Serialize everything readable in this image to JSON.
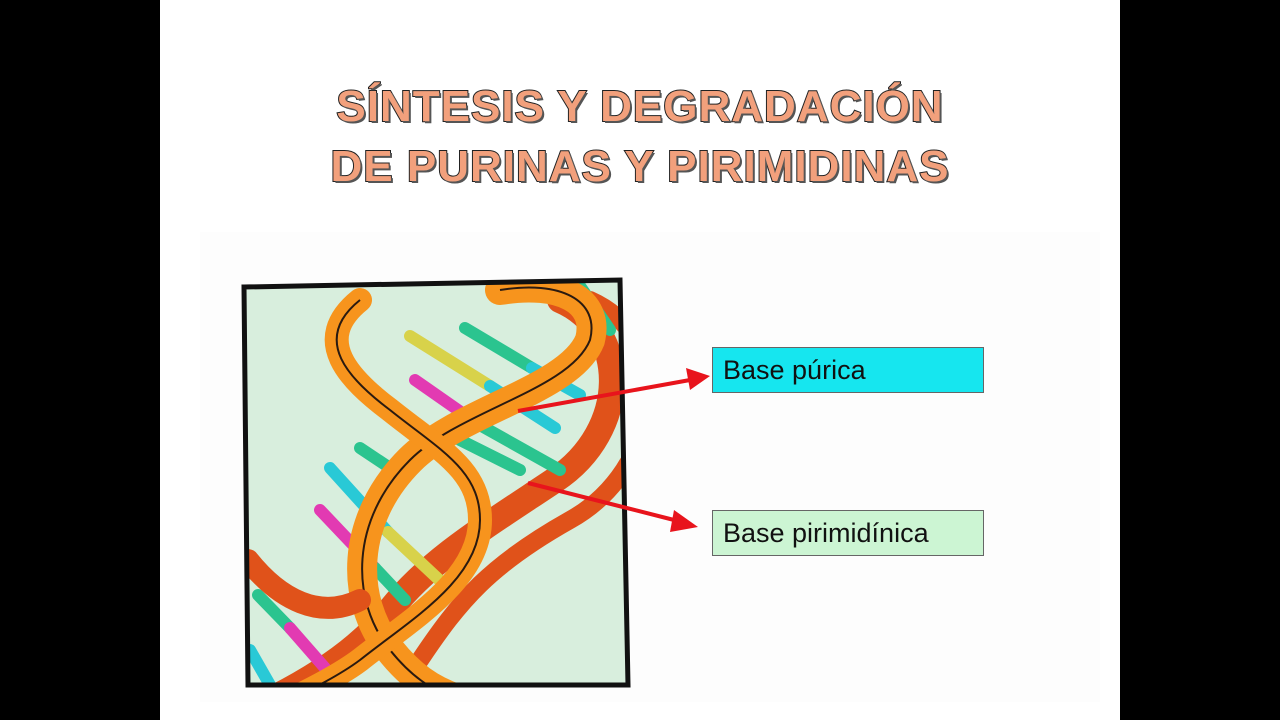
{
  "slide": {
    "title_line1": "SÍNTESIS Y DEGRADACIÓN",
    "title_line2": "DE PURINAS Y PIRIMIDINAS"
  },
  "labels": {
    "purine": "Base púrica",
    "pyrimidine": "Base pirimidínica"
  },
  "colors": {
    "title_fill": "#f2a07c",
    "purine_box": "#16e6ef",
    "pyrimidine_box": "#ccf5d3",
    "arrow": "#e8141c",
    "helix_orange": "#f7941d",
    "helix_dark": "#e0521a",
    "panel_bg": "#d8eedd"
  },
  "icons": [
    "dna-helix-illustration",
    "red-arrow"
  ]
}
